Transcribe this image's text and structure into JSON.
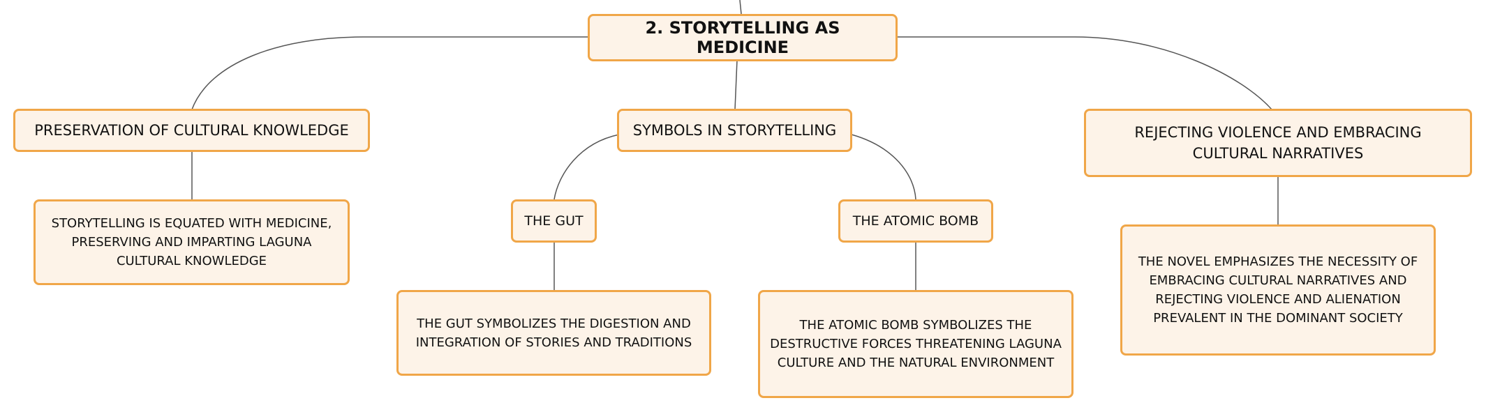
{
  "root": {
    "label": "2. STORYTELLING AS MEDICINE"
  },
  "branches": [
    {
      "label": "PRESERVATION OF CULTURAL KNOWLEDGE",
      "detail": "STORYTELLING IS EQUATED WITH MEDICINE, PRESERVING AND IMPARTING LAGUNA CULTURAL KNOWLEDGE"
    },
    {
      "label": "SYMBOLS IN STORYTELLING",
      "children": [
        {
          "label": "THE GUT",
          "detail": "THE GUT SYMBOLIZES THE DIGESTION AND INTEGRATION OF STORIES AND TRADITIONS"
        },
        {
          "label": "THE ATOMIC BOMB",
          "detail": "THE ATOMIC BOMB SYMBOLIZES THE DESTRUCTIVE FORCES THREATENING LAGUNA CULTURE AND THE NATURAL ENVIRONMENT"
        }
      ]
    },
    {
      "label": "REJECTING VIOLENCE AND EMBRACING CULTURAL NARRATIVES",
      "detail": "THE NOVEL EMPHASIZES THE NECESSITY OF EMBRACING CULTURAL NARRATIVES AND REJECTING VIOLENCE AND ALIENATION PREVALENT IN THE DOMINANT SOCIETY"
    }
  ],
  "colors": {
    "node_fill": "#fdf3e8",
    "node_border": "#f0a648",
    "connector": "#555555"
  }
}
